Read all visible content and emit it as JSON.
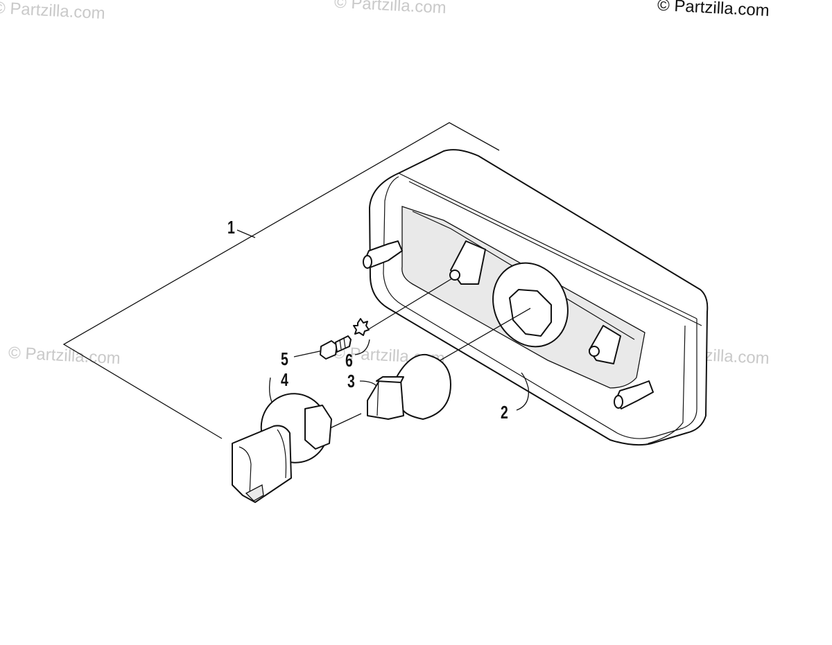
{
  "watermarks": {
    "top_left": "© Partzilla.com",
    "top_center": "© Partzilla.com",
    "mid_left": "© Partzilla.com",
    "mid_center": "© Partzilla.com",
    "mid_right": "© Partzilla.com"
  },
  "copyright": "© Partzilla.com",
  "callouts": {
    "c1": "1",
    "c2": "2",
    "c3": "3",
    "c4": "4",
    "c5": "5",
    "c6": "6"
  }
}
